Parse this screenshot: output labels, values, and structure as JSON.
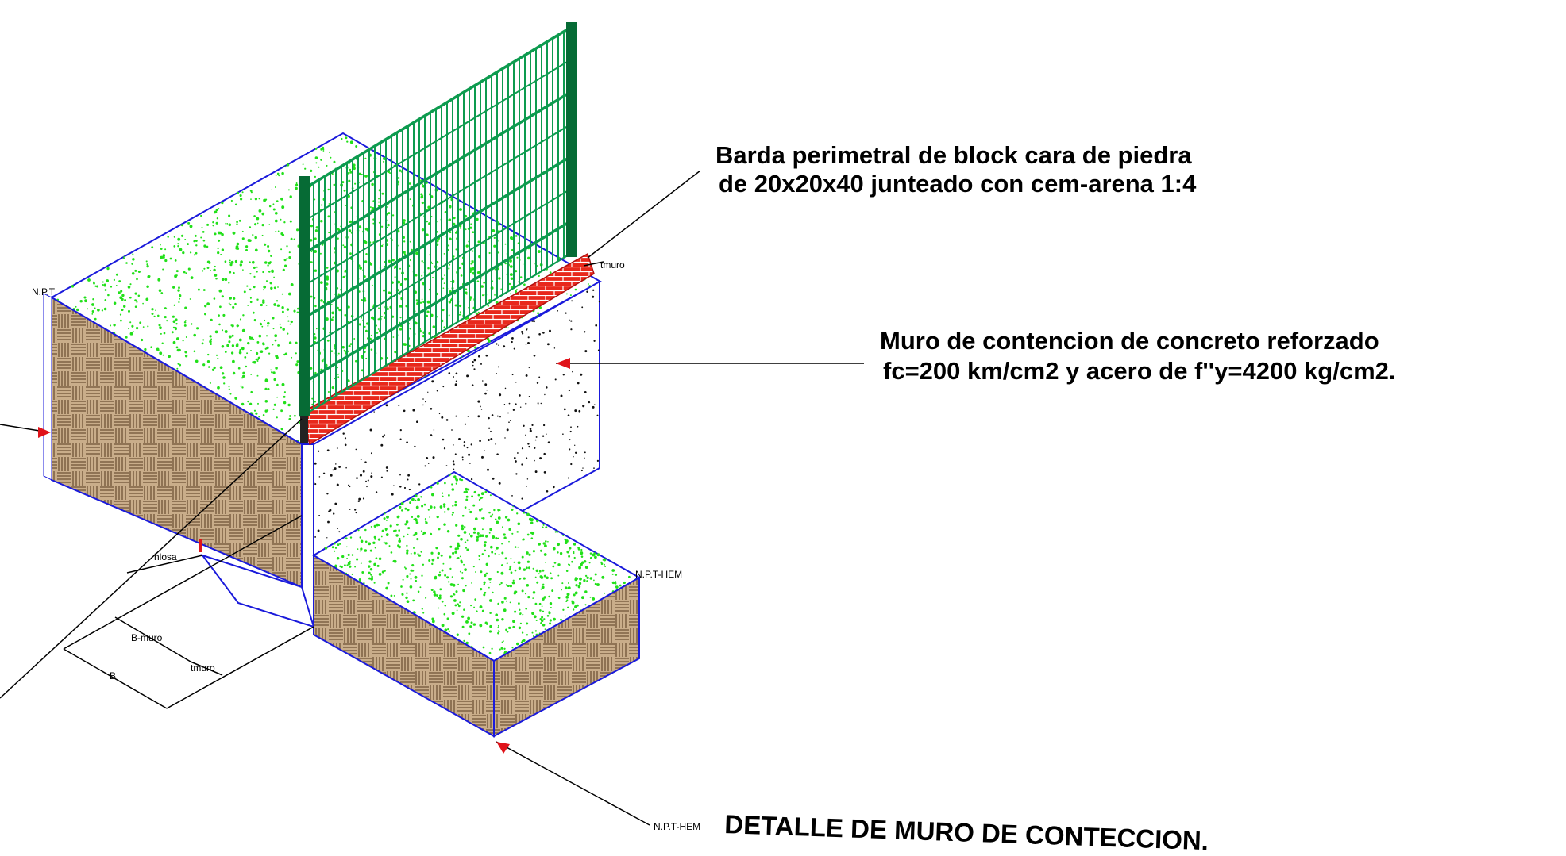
{
  "labels": {
    "barda_line1": "Barda perimetral de block  cara de piedra",
    "barda_line2": "de 20x20x40 junteado con cem-arena 1:4",
    "muro_line1": "Muro de contencion de concreto reforzado",
    "muro_line2": "fc=200 km/cm2 y acero de f''y=4200 kg/cm2.",
    "title": "DETALLE DE MURO DE CONTECCION."
  },
  "dimensions": {
    "npt": "N.P.T",
    "npt_hem_top": "N.P.T-HEM",
    "npt_hem_bottom": "N.P.T-HEM",
    "tmuro_top": "tmuro",
    "tmuro_bottom": "tmuro",
    "hlosa": "hlosa",
    "b_muro": "B-muro",
    "b": "B"
  },
  "colors": {
    "outline": "#1a1adb",
    "soil": "#a88b6a",
    "fence": "#0d9b4f",
    "fence_dark": "#066b35",
    "brick": "#e8281c",
    "grass": "#22e01a",
    "arrow": "#e0131a",
    "text": "#000000"
  }
}
